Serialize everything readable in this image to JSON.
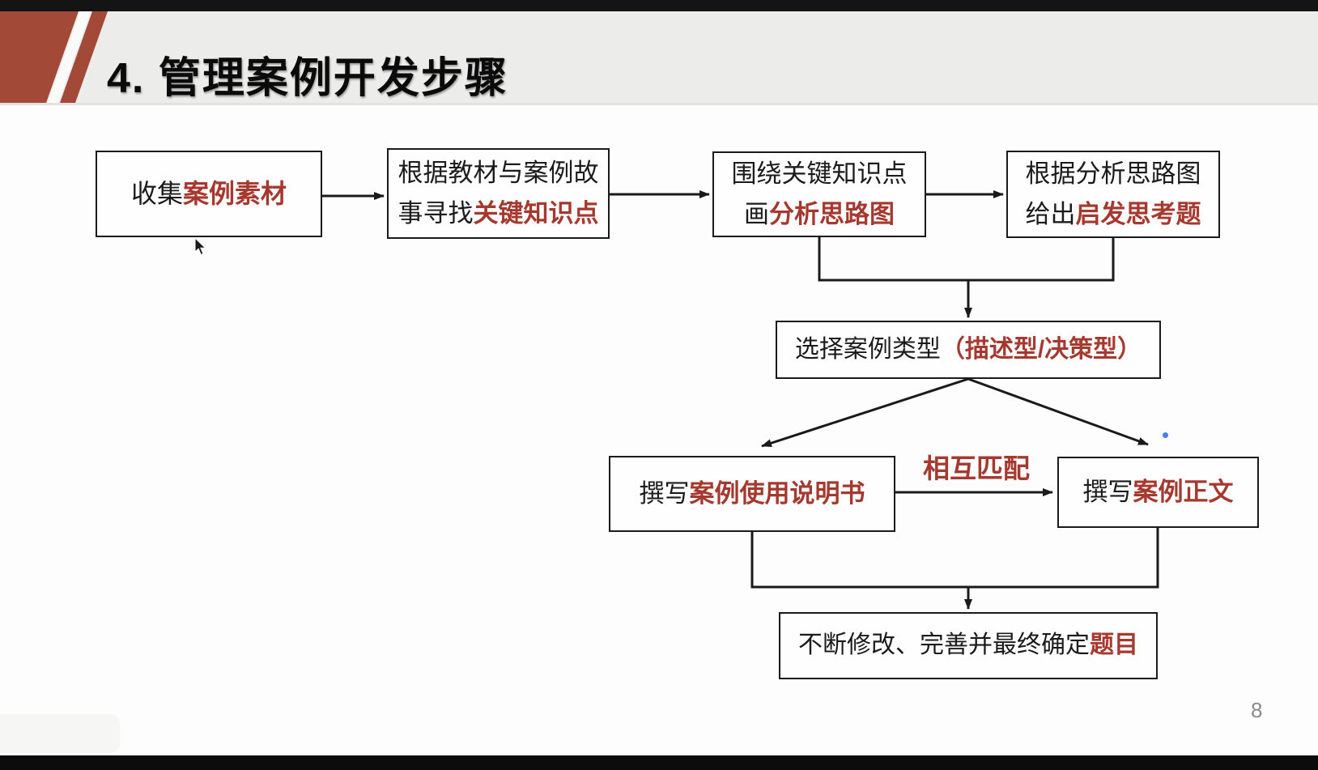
{
  "colors": {
    "accent_red": "#A6392F",
    "deco_red": "#A24938",
    "header_bg": "#ECECEB",
    "bar_black": "#141414",
    "page_gray": "#8A8A8A",
    "blue_dot": "#4B7CE8"
  },
  "header": {
    "title": "4. 管理案例开发步骤"
  },
  "flowchart": {
    "node_collect": {
      "seg1": "收集",
      "seg2": "案例素材"
    },
    "node_material": {
      "line1": "根据教材与案例故",
      "line2_seg1": "事寻找",
      "line2_seg2": "关键知识点"
    },
    "node_diagram": {
      "line1": "围绕关键知识点",
      "line2_seg1": "画",
      "line2_seg2": "分析思路图"
    },
    "node_question": {
      "line1": "根据分析思路图",
      "line2_seg1": "给出",
      "line2_seg2": "启发思考题"
    },
    "node_type": {
      "seg1": "选择案例类型",
      "seg2": "（描述型/决策型）"
    },
    "node_manual": {
      "seg1": "撰写",
      "seg2": "案例使用说明书"
    },
    "node_body": {
      "seg1": "撰写",
      "seg2": "案例正文"
    },
    "node_final": {
      "seg1": "不断修改、完善并最终确定",
      "seg2": "题目"
    },
    "label_match": "相互匹配"
  },
  "footer": {
    "page_number": "8"
  }
}
